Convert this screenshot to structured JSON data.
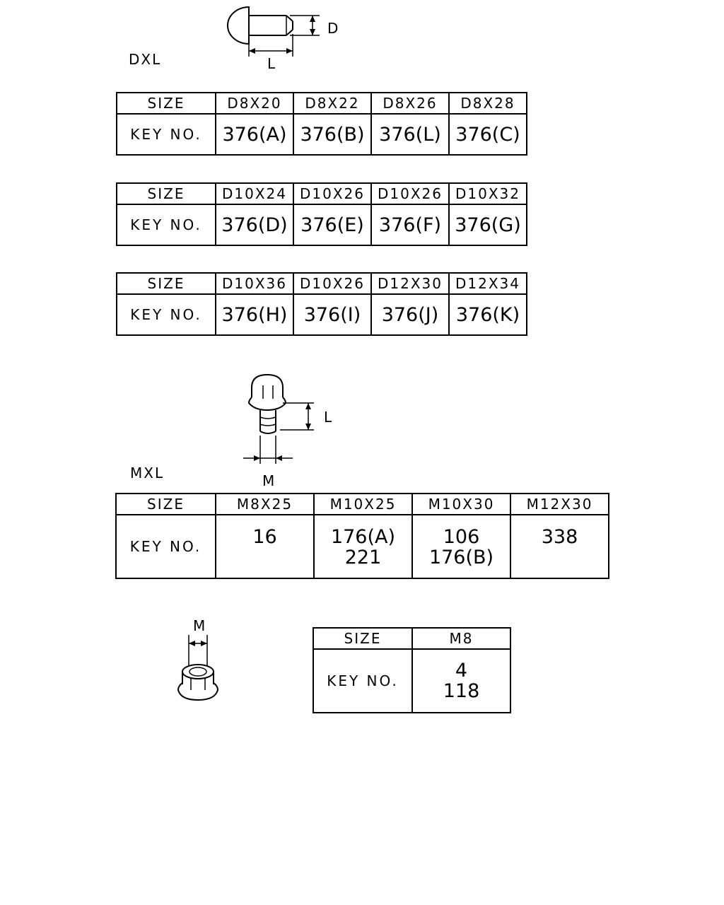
{
  "section_dxl": {
    "title": "DXL",
    "figure": {
      "dim_d": "D",
      "dim_l": "L"
    },
    "tables": [
      {
        "size_label": "SIZE",
        "key_label": "KEY NO.",
        "sizes": [
          "D8X20",
          "D8X22",
          "D8X26",
          "D8X28"
        ],
        "keys": [
          "376(A)",
          "376(B)",
          "376(L)",
          "376(C)"
        ]
      },
      {
        "size_label": "SIZE",
        "key_label": "KEY NO.",
        "sizes": [
          "D10X24",
          "D10X26",
          "D10X26",
          "D10X32"
        ],
        "keys": [
          "376(D)",
          "376(E)",
          "376(F)",
          "376(G)"
        ]
      },
      {
        "size_label": "SIZE",
        "key_label": "KEY NO.",
        "sizes": [
          "D10X36",
          "D10X26",
          "D12X30",
          "D12X34"
        ],
        "keys": [
          "376(H)",
          "376(I)",
          "376(J)",
          "376(K)"
        ]
      }
    ]
  },
  "section_mxl": {
    "title": "MXL",
    "figure": {
      "dim_l": "L",
      "dim_m": "M"
    },
    "table": {
      "size_label": "SIZE",
      "key_label": "KEY NO.",
      "sizes": [
        "M8X25",
        "M10X25",
        "M10X30",
        "M12X30"
      ],
      "keys": [
        [
          "16"
        ],
        [
          "176(A)",
          "221"
        ],
        [
          "106",
          "176(B)"
        ],
        [
          "338"
        ]
      ]
    }
  },
  "section_nut": {
    "figure": {
      "dim_m": "M"
    },
    "table": {
      "size_label": "SIZE",
      "key_label": "KEY NO.",
      "sizes": [
        "M8"
      ],
      "keys": [
        [
          "4",
          "118"
        ]
      ]
    }
  }
}
